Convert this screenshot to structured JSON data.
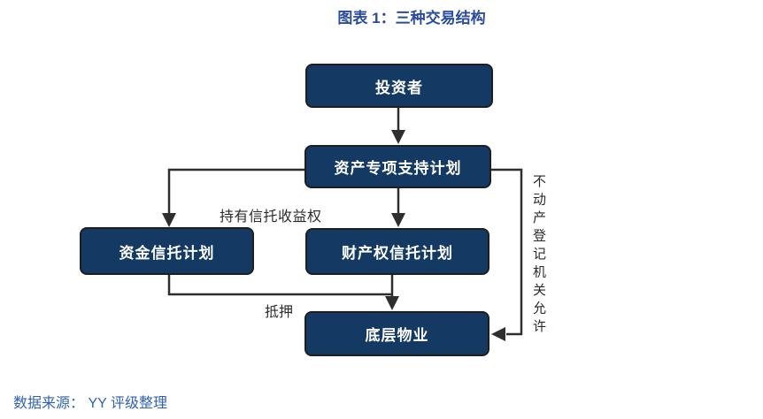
{
  "figure": {
    "title": "图表 1：三种交易结构",
    "source": "数据来源： YY 评级整理"
  },
  "diagram": {
    "nodes": {
      "investor": {
        "label": "投资者"
      },
      "absp": {
        "label": "资产专项支持计划"
      },
      "fund_trust": {
        "label": "资金信托计划"
      },
      "property_trust": {
        "label": "财产权信托计划"
      },
      "underlying_property": {
        "label": "底层物业"
      }
    },
    "edge_labels": {
      "hold_trust_benefit": "持有信托收益权",
      "mortgage": "抵押",
      "registration_permit": "不动产登记机关允许"
    },
    "edges": [
      {
        "from": "investor",
        "to": "absp",
        "label": ""
      },
      {
        "from": "absp",
        "to": "fund_trust",
        "label": "持有信托收益权"
      },
      {
        "from": "absp",
        "to": "property_trust",
        "label": ""
      },
      {
        "from": "fund_trust",
        "to": "underlying_property",
        "label": "抵押"
      },
      {
        "from": "property_trust",
        "to": "underlying_property",
        "label": ""
      },
      {
        "from": "absp",
        "to": "underlying_property",
        "label": "不动产登记机关允许"
      }
    ],
    "colors": {
      "node_fill": "#143A63",
      "node_border": "#1E1E1E",
      "node_text": "#FFFFFF",
      "arrow": "#2E2E2E",
      "edge_label_text": "#2B2B2B",
      "title_text": "#2B4B9D",
      "source_text": "#2F62B0"
    }
  }
}
